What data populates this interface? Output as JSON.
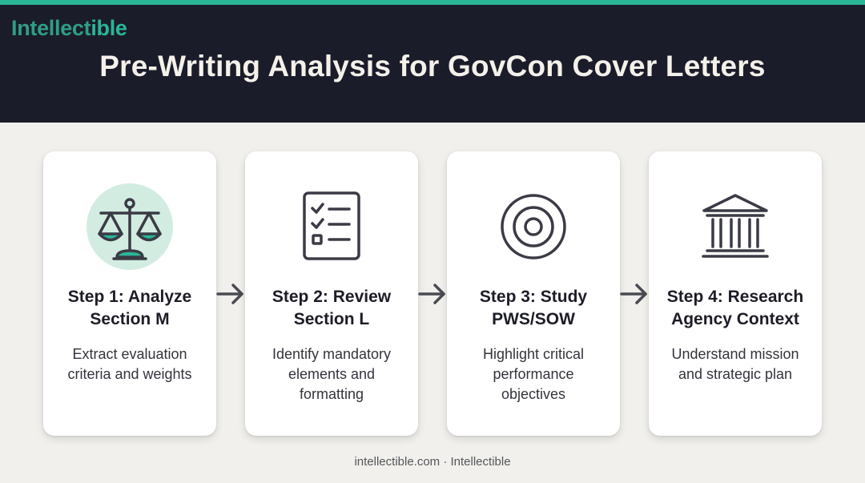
{
  "brand": {
    "text_main": "Intellect",
    "text_accent": "ible"
  },
  "title": "Pre-Writing Analysis for GovCon Cover Letters",
  "steps": [
    {
      "title": "Step 1: Analyze\nSection M",
      "description": "Extract evaluation\ncriteria and weights",
      "icon": "scales-icon",
      "highlighted": true
    },
    {
      "title": "Step 2: Review\nSection L",
      "description": "Identify mandatory\nelements and\nformatting",
      "icon": "checklist-icon",
      "highlighted": false
    },
    {
      "title": "Step 3: Study\nPWS/SOW",
      "description": "Highlight critical\nperformance\nobjectives",
      "icon": "target-icon",
      "highlighted": false
    },
    {
      "title": "Step 4: Research\nAgency Context",
      "description": "Understand mission\nand strategic plan",
      "icon": "government-building-icon",
      "highlighted": false
    }
  ],
  "footer": "intellectible.com · Intellectible",
  "colors": {
    "accent": "#2bb597",
    "header_bg": "#1b1c2a",
    "page_bg": "#f1f0ec",
    "icon_highlight_bg": "#d2ece2",
    "icon_stroke": "#3a3b45"
  }
}
